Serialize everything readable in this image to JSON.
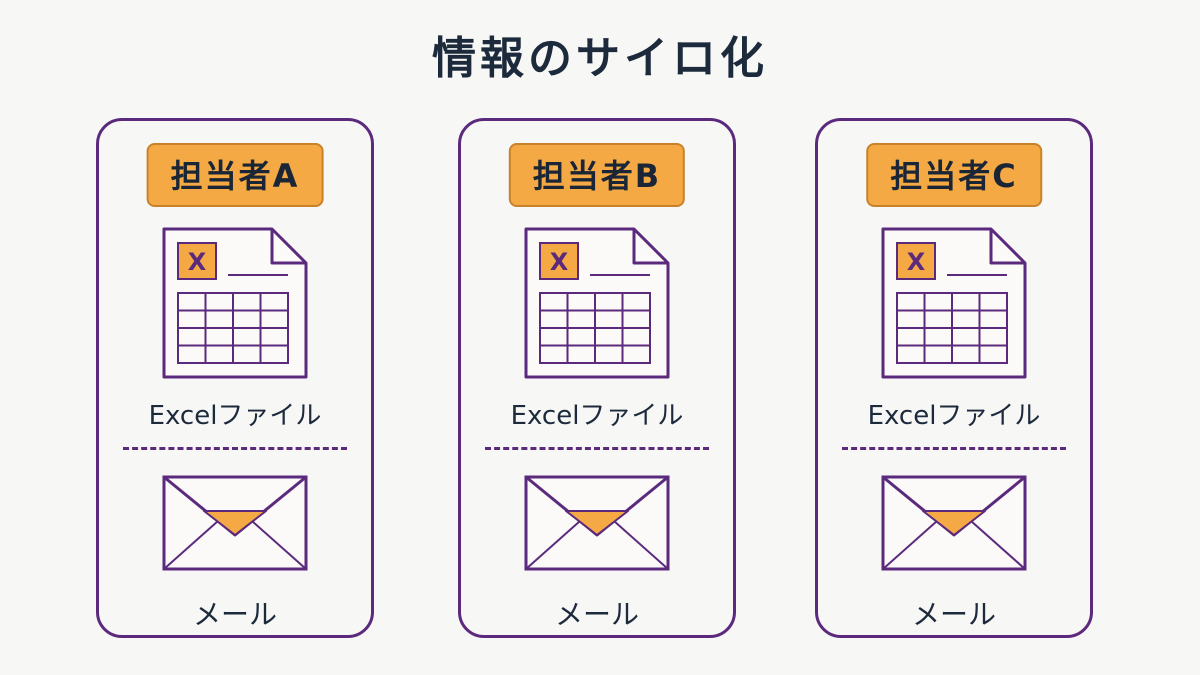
{
  "title": "情報のサイロ化",
  "colors": {
    "panel_border": "#5b2a7d",
    "badge_fill": "#f5a944",
    "icon_accent": "#f5a944",
    "text": "#1c2a3c",
    "background": "#f7f7f6"
  },
  "panels": [
    {
      "person": "担当者A",
      "file_icon": "excel-file-icon",
      "file_icon_mark": "X",
      "file_label": "Excelファイル",
      "mail_icon": "envelope-icon",
      "mail_label": "メール"
    },
    {
      "person": "担当者B",
      "file_icon": "excel-file-icon",
      "file_icon_mark": "X",
      "file_label": "Excelファイル",
      "mail_icon": "envelope-icon",
      "mail_label": "メール"
    },
    {
      "person": "担当者C",
      "file_icon": "excel-file-icon",
      "file_icon_mark": "X",
      "file_label": "Excelファイル",
      "mail_icon": "envelope-icon",
      "mail_label": "メール"
    }
  ]
}
